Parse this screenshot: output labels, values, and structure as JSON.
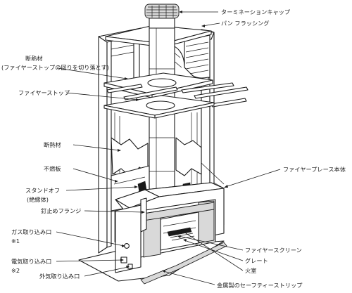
{
  "labels": {
    "termination_cap": "ターミネーションキャップ",
    "pan_flashing": "パン フラッシング",
    "insulation_top_1": "断熱材",
    "insulation_top_2": "(ファイヤーストップの回りを切り落とす)",
    "firestop": "ファイヤーストップ",
    "insulation_mid": "断熱材",
    "noncombustible_board": "不燃板",
    "standoff_1": "スタンドオフ",
    "standoff_2": "(絶縁体)",
    "nailing_flange": "釘止めフランジ",
    "fireplace_body": "ファイヤープレース本体",
    "gas_inlet_1": "ガス取り込み口",
    "gas_inlet_2": "※1",
    "electric_inlet_1": "電気取り込み口",
    "electric_inlet_2": "※2",
    "fire_screen": "ファイヤースクリーン",
    "grate": "グレート",
    "firebox": "火室",
    "outside_air_inlet": "外気取り込み口",
    "metal_safety_strip": "金属製のセーフティーストリップ"
  }
}
